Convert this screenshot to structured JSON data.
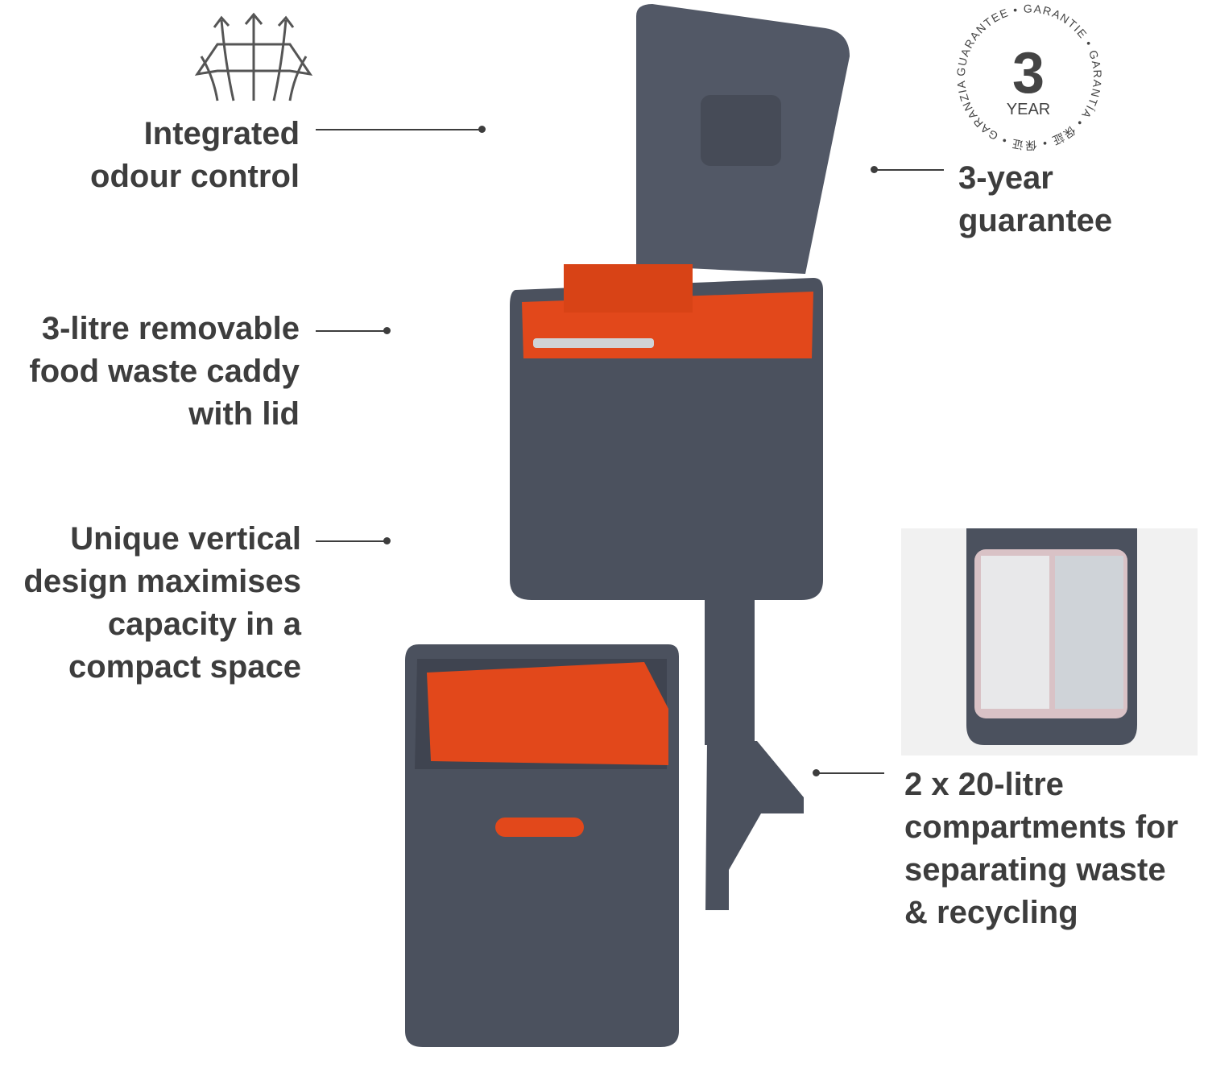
{
  "callouts": {
    "odour": {
      "lines": [
        "Integrated",
        "odour control"
      ],
      "icon": "airflow-filter-icon"
    },
    "caddy": {
      "lines": [
        "3-litre removable",
        "food waste caddy",
        "with lid"
      ]
    },
    "vertical": {
      "lines": [
        "Unique vertical",
        "design maximises",
        "capacity in a",
        "compact space"
      ]
    },
    "guarantee": {
      "lines": [
        "3-year",
        "guarantee"
      ]
    },
    "compartments": {
      "lines": [
        "2 x 20-litre",
        "compartments for",
        "separating waste",
        "& recycling"
      ]
    }
  },
  "badge": {
    "number": "3",
    "unit": "YEAR",
    "ring_text": "GUARANTEE • GARANTIE • GARANTÍA • 保証 • 保证 • GARANZIA •"
  },
  "colors": {
    "body": "#4b515e",
    "accent": "#e2481b",
    "text": "#3d3d3d"
  }
}
